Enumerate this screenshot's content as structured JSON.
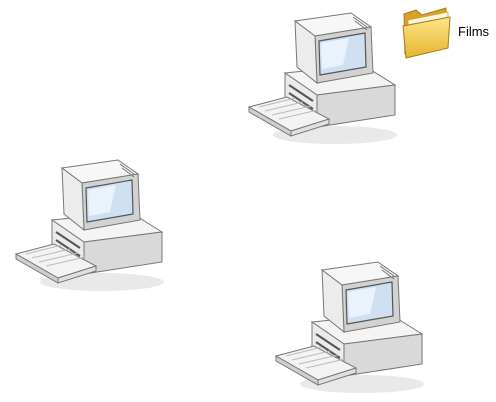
{
  "desktop": {
    "background_color": "#ffffff",
    "computers": [
      {
        "id": "top",
        "icon": "computer-icon"
      },
      {
        "id": "left",
        "icon": "computer-icon"
      },
      {
        "id": "right",
        "icon": "computer-icon"
      }
    ],
    "folder": {
      "icon": "folder-icon",
      "label": "Films",
      "color": "#f2cc4a"
    }
  }
}
